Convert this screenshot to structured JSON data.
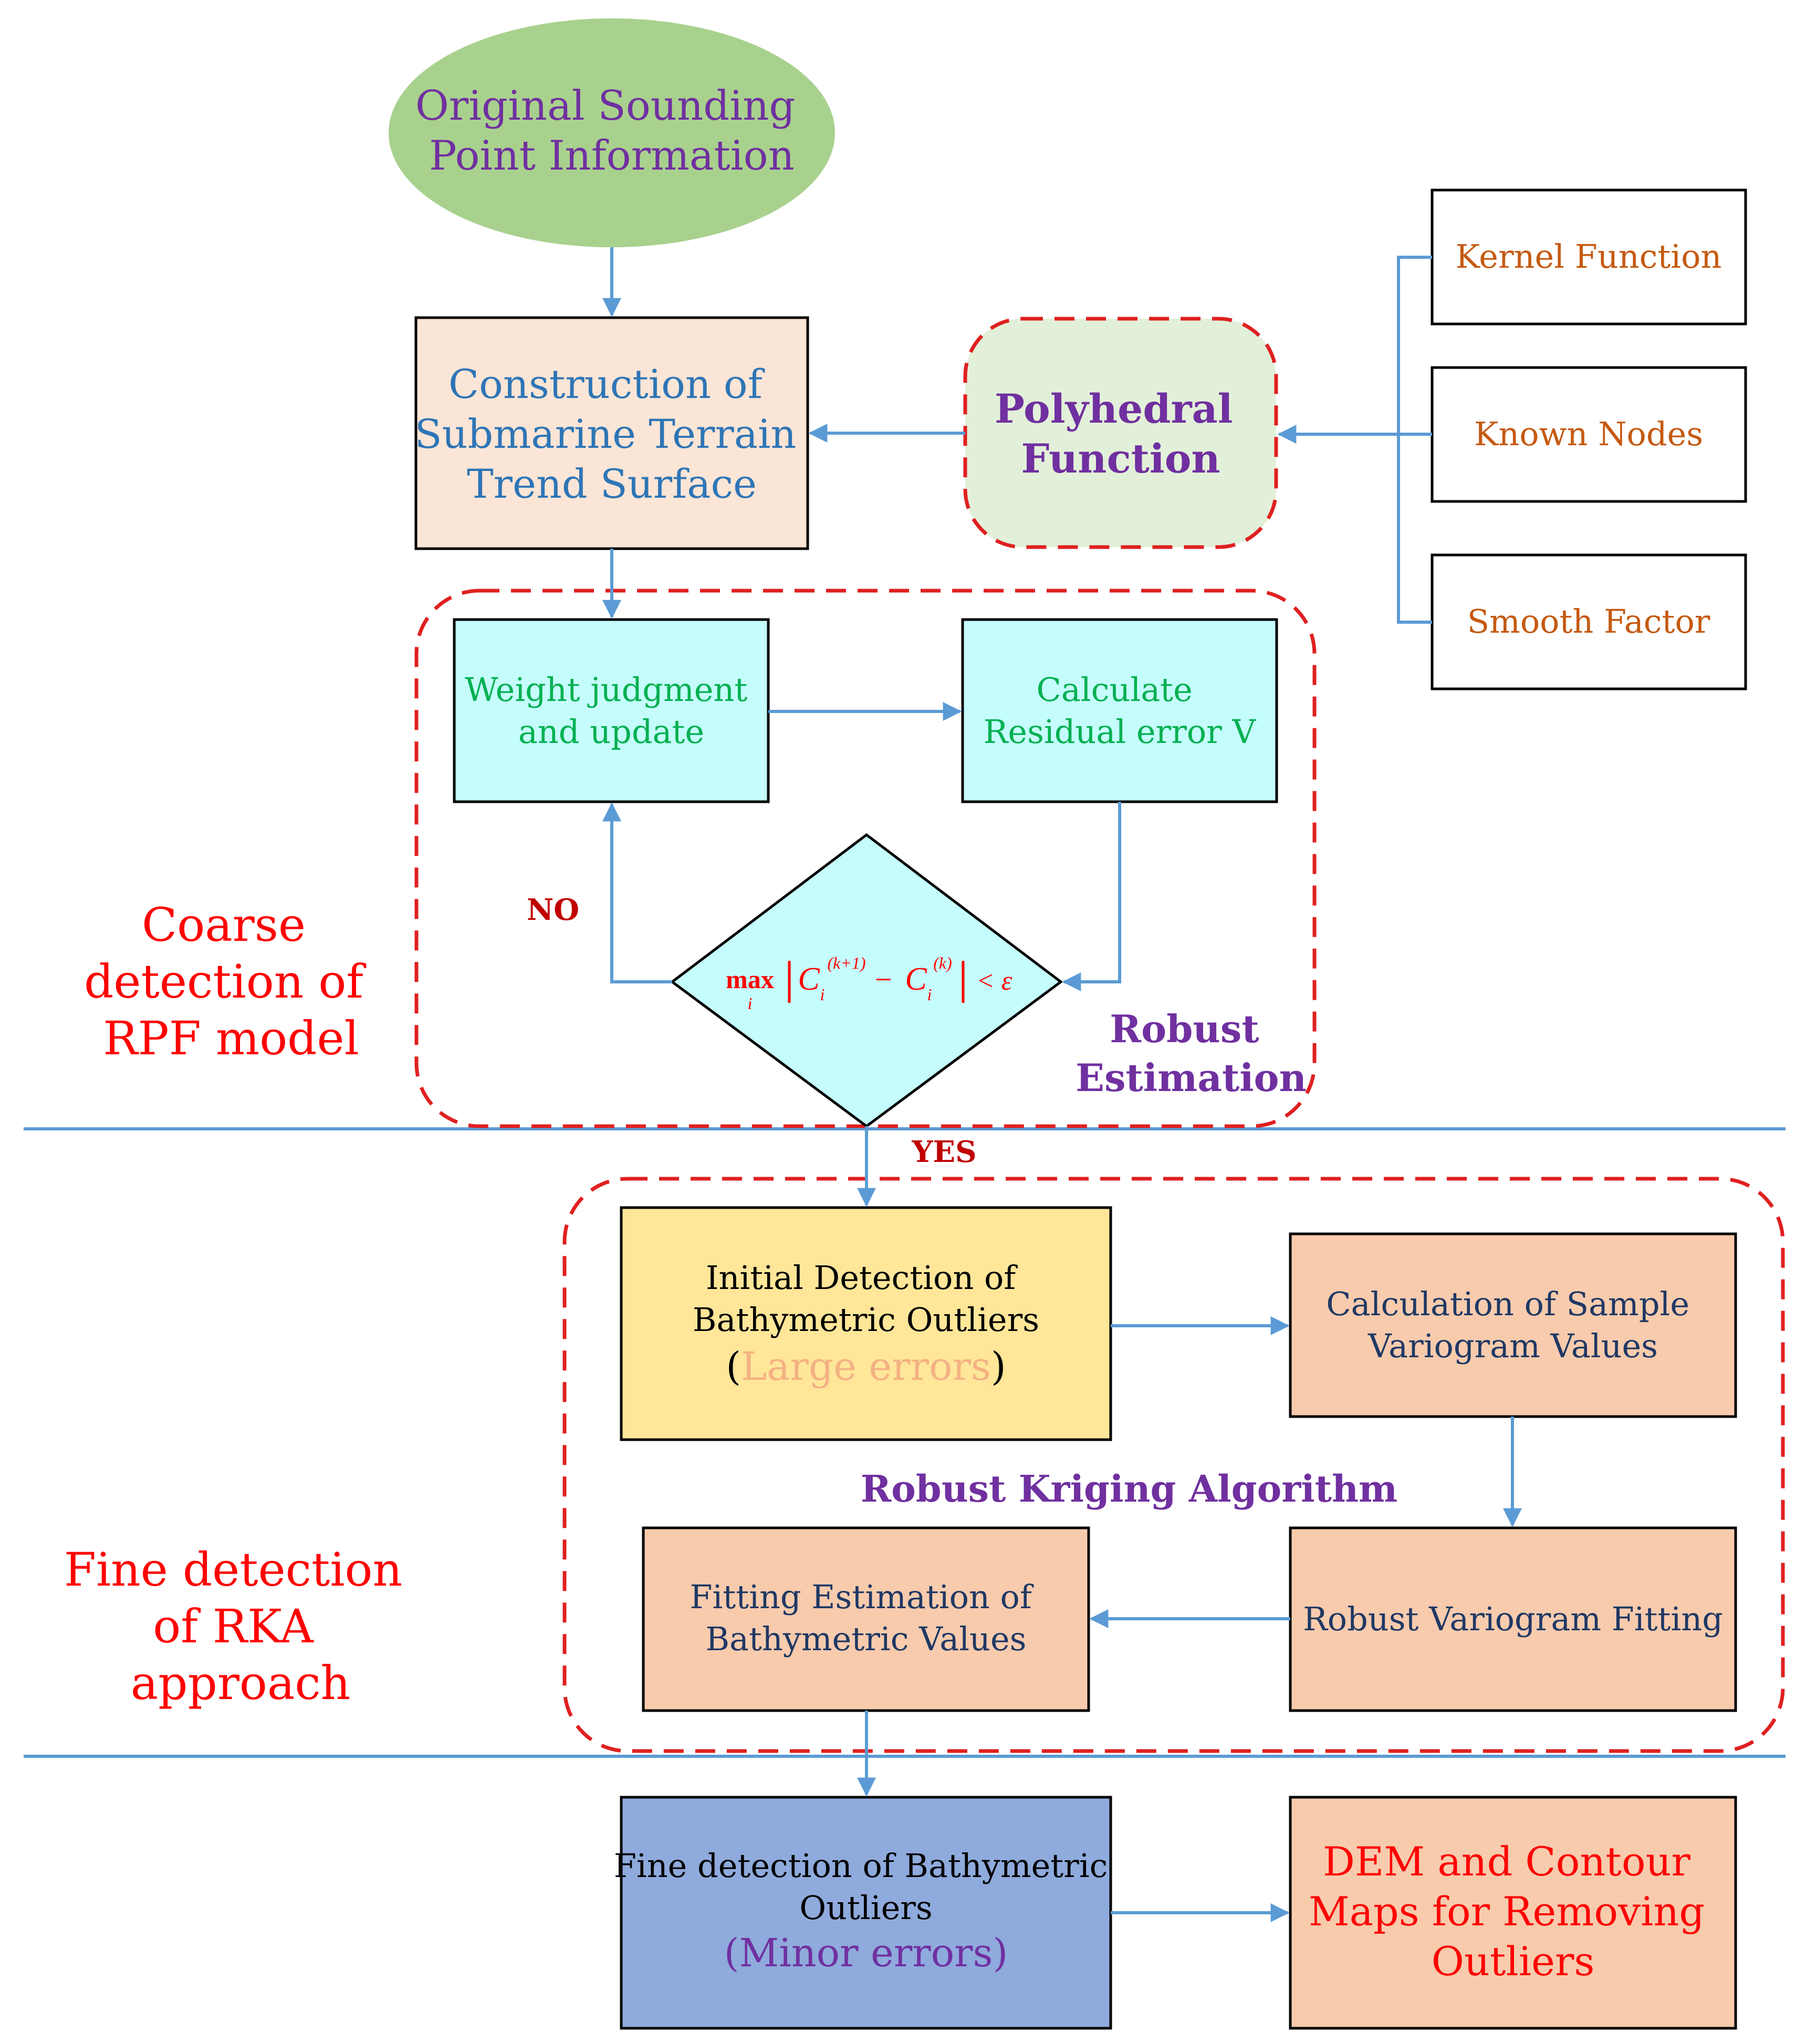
{
  "nodes": {
    "original_sounding": {
      "lines": [
        "Original Sounding",
        "Point Information"
      ]
    },
    "construction_trend": {
      "lines": [
        "Construction of",
        "Submarine Terrain",
        "Trend Surface"
      ]
    },
    "polyhedral_function": {
      "lines": [
        "Polyhedral",
        "Function"
      ]
    },
    "kernel_function": {
      "lines": [
        "Kernel Function"
      ]
    },
    "known_nodes": {
      "lines": [
        "Known Nodes"
      ]
    },
    "smooth_factor": {
      "lines": [
        "Smooth Factor"
      ]
    },
    "weight_judgment": {
      "lines": [
        "Weight judgment",
        "and update"
      ]
    },
    "calculate_residual": {
      "lines": [
        "Calculate",
        "Residual error V"
      ]
    },
    "convergence_check": {
      "formula": "max |C(k+1) − C(k)| < ε",
      "max_label": "max",
      "index_label": "i",
      "c_label": "C",
      "sup_k1": "(k+1)",
      "sup_k": "(k)",
      "sub_i": "i",
      "minus": "−",
      "lt_eps": "< ε"
    },
    "initial_detection": {
      "lines": [
        "Initial Detection of",
        "Bathymetric Outliers"
      ],
      "paren_open": "(",
      "highlight": "Large errors",
      "paren_close": ")"
    },
    "sample_variogram": {
      "lines": [
        "Calculation of Sample",
        "Variogram Values"
      ]
    },
    "fitting_estimation": {
      "lines": [
        "Fitting Estimation of",
        "Bathymetric Values"
      ]
    },
    "robust_variogram": {
      "lines": [
        "Robust Variogram Fitting"
      ]
    },
    "fine_detection_outliers": {
      "lines": [
        "Fine detection of Bathymetric",
        "Outliers"
      ],
      "highlight": "(Minor errors)"
    },
    "dem_contour": {
      "lines": [
        "DEM and Contour",
        "Maps for Removing",
        "Outliers"
      ]
    }
  },
  "labels": {
    "no": "NO",
    "yes": "YES",
    "robust_estimation": [
      "Robust",
      "Estimation"
    ],
    "robust_kriging": "Robust Kriging Algorithm",
    "coarse_stage": [
      "Coarse",
      "detection of",
      "RPF model"
    ],
    "fine_stage": [
      "Fine detection",
      "of RKA",
      "approach"
    ]
  },
  "colors": {
    "arrow": "#5b9bd5",
    "dashed_frame": "#e02020",
    "ellipse_fill": "#a9d18e",
    "peach_fill": "#f8cbad",
    "light_peach_fill": "#fbe5d6",
    "cyan_fill": "#c5fcfc",
    "yellow_fill": "#ffe699",
    "blue_fill": "#8faadc",
    "light_green_fill": "#e2f0d9",
    "purple_text": "#7030a0",
    "blue_text": "#2e75b6",
    "green_text": "#00b050",
    "orange_text": "#c55a11",
    "red_text": "#ff0000",
    "dark_red_text": "#c00000"
  }
}
